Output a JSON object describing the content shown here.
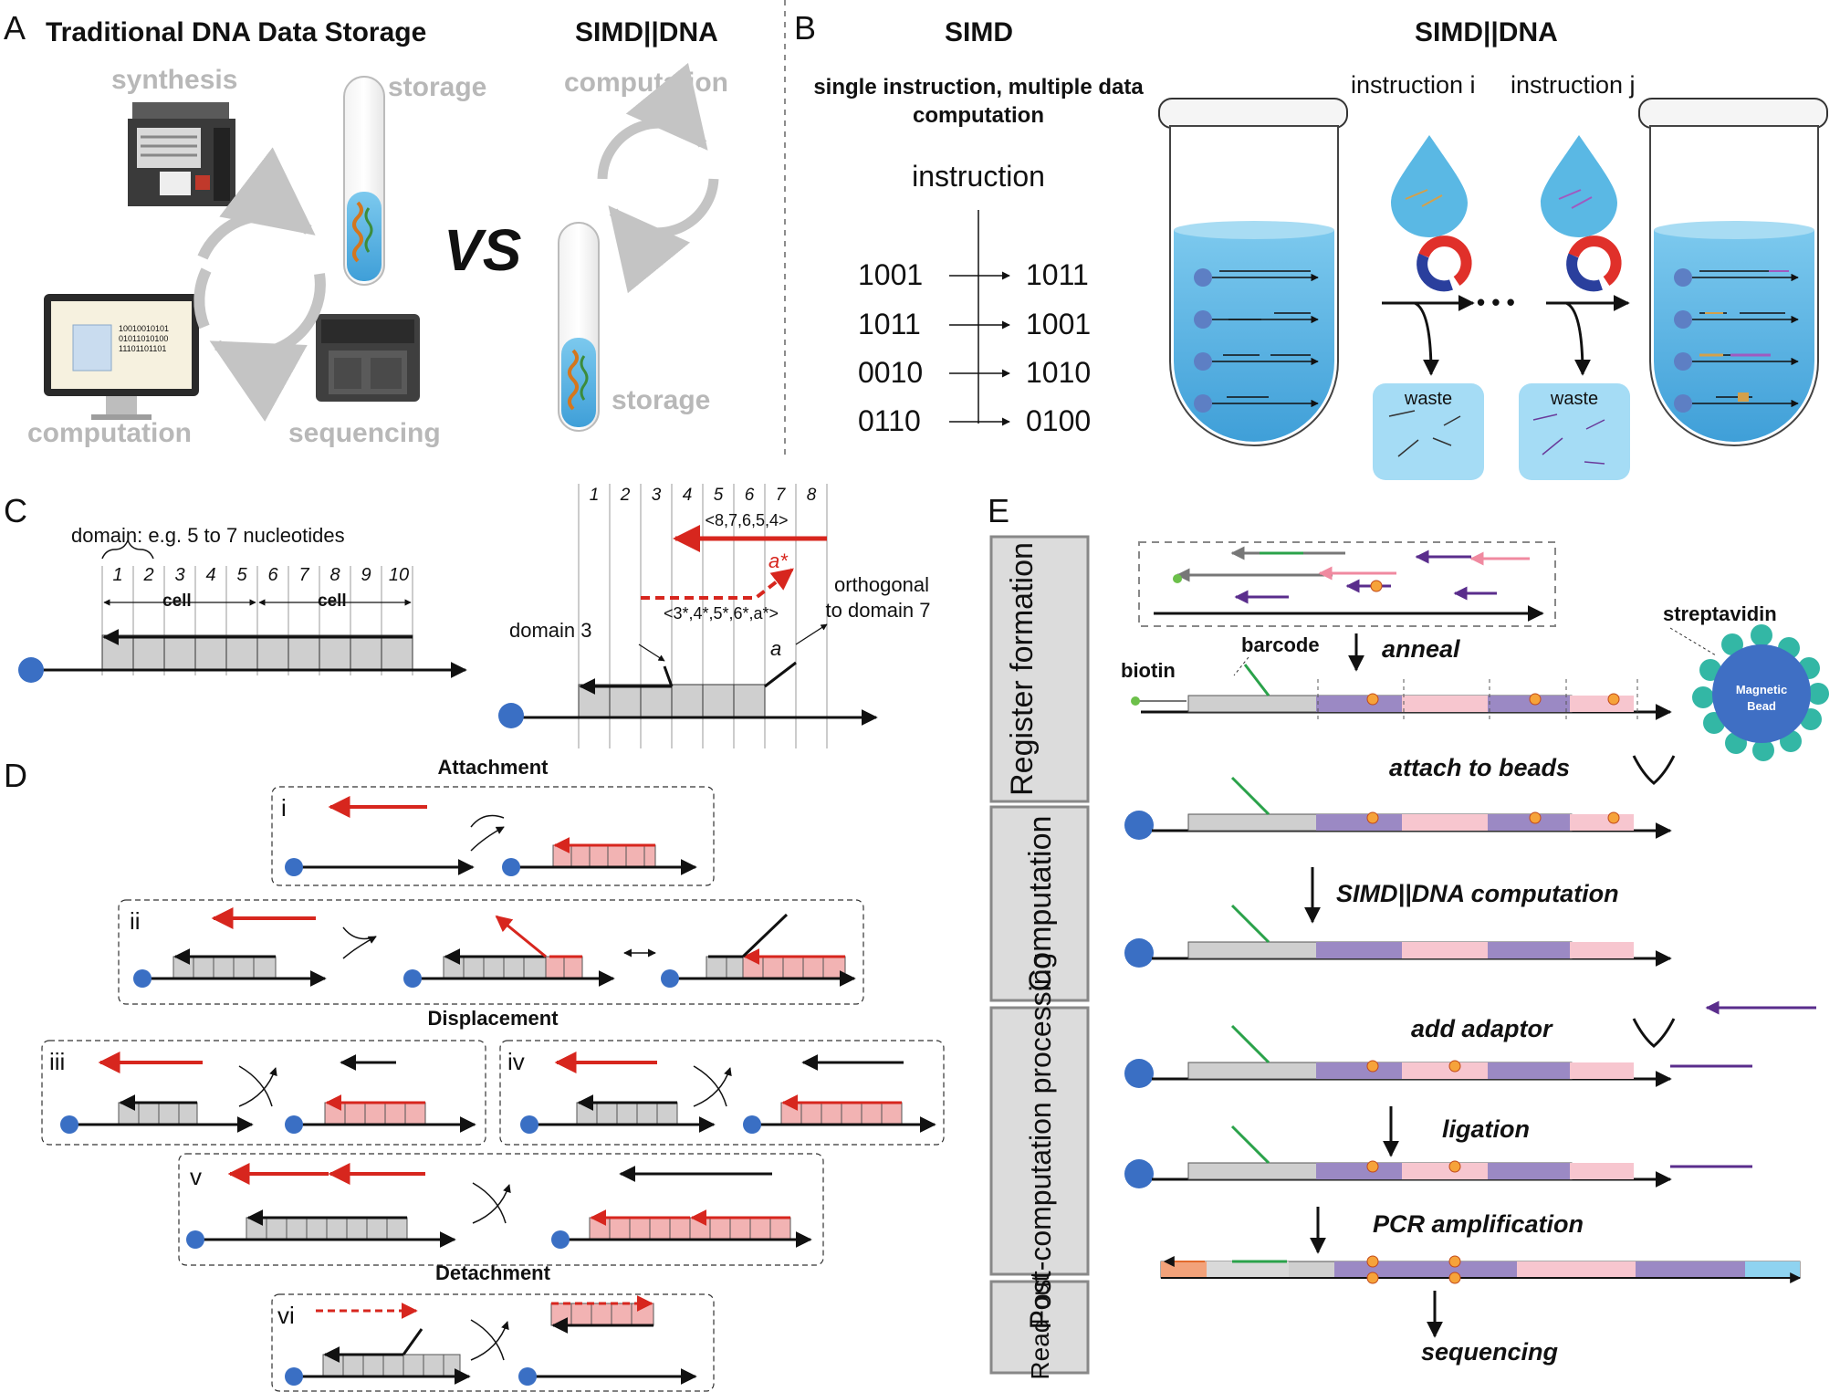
{
  "panel_letters": {
    "a": "A",
    "b": "B",
    "c": "C",
    "d": "D",
    "e": "E"
  },
  "panel_a": {
    "title": "Traditional DNA Data Storage",
    "cycle_labels": {
      "synthesis": "synthesis",
      "storage": "storage",
      "sequencing": "sequencing",
      "computation": "computation"
    },
    "binary_lines": [
      "10010010101",
      "01011010100",
      "11101101101"
    ],
    "vs": "VS",
    "simd_title": "SIMD||DNA",
    "simd_computation": "computation",
    "simd_storage": "storage"
  },
  "panel_b": {
    "simd_title": "SIMD",
    "simd_subtitle_1": "single instruction, multiple data",
    "simd_subtitle_2": "computation",
    "instruction": "instruction",
    "inputs": [
      "1001",
      "1011",
      "0010",
      "0110"
    ],
    "outputs": [
      "1011",
      "1001",
      "1010",
      "0100"
    ],
    "dna_title": "SIMD||DNA",
    "instruction_i": "instruction i",
    "instruction_j": "instruction j",
    "waste": "waste",
    "dots": "•   •   •",
    "colors": {
      "solution": "#56b7e6",
      "magnet_red": "#e0302a",
      "magnet_blue": "#2a3f9d"
    }
  },
  "panel_c": {
    "domain_note": "domain: e.g. 5 to 7 nucleotides",
    "cell_numbers": [
      "1",
      "2",
      "3",
      "4",
      "5",
      "6",
      "7",
      "8",
      "9",
      "10"
    ],
    "cell_label": "cell",
    "top_numbers": [
      "1",
      "2",
      "3",
      "4",
      "5",
      "6",
      "7",
      "8"
    ],
    "upper_strand": "<8,7,6,5,4>",
    "dashed_strand": "<3*,4*,5*,6*,a*>",
    "a_star": "a*",
    "a_label": "a",
    "domain3": "domain 3",
    "orthogonal_1": "orthogonal",
    "orthogonal_2": "to domain 7"
  },
  "panel_d": {
    "attachment": "Attachment",
    "displacement": "Displacement",
    "detachment": "Detachment",
    "box_labels": [
      "i",
      "ii",
      "iii",
      "iv",
      "v",
      "vi"
    ],
    "colors": {
      "red": "#d7261e",
      "pink": "#f2b3b3",
      "grey": "#cfcfcf",
      "blue": "#3a6fc4"
    }
  },
  "panel_e": {
    "side_labels": [
      "Register formation",
      "Computation",
      "Post-computation processing",
      "Read-out"
    ],
    "step_labels": [
      "anneal",
      "attach to beads",
      "SIMD||DNA computation",
      "add adaptor",
      "ligation",
      "PCR amplification",
      "sequencing"
    ],
    "biotin": "biotin",
    "barcode": "barcode",
    "streptavidin": "streptavidin",
    "bead_1": "Magnetic",
    "bead_2": "Bead",
    "colors": {
      "purple": "#9b89c4",
      "pink": "#f7c6cf",
      "green": "#2aa24a",
      "orange": "#f6a33a",
      "teal": "#33b7a5",
      "cyan": "#8fd3f0"
    }
  }
}
